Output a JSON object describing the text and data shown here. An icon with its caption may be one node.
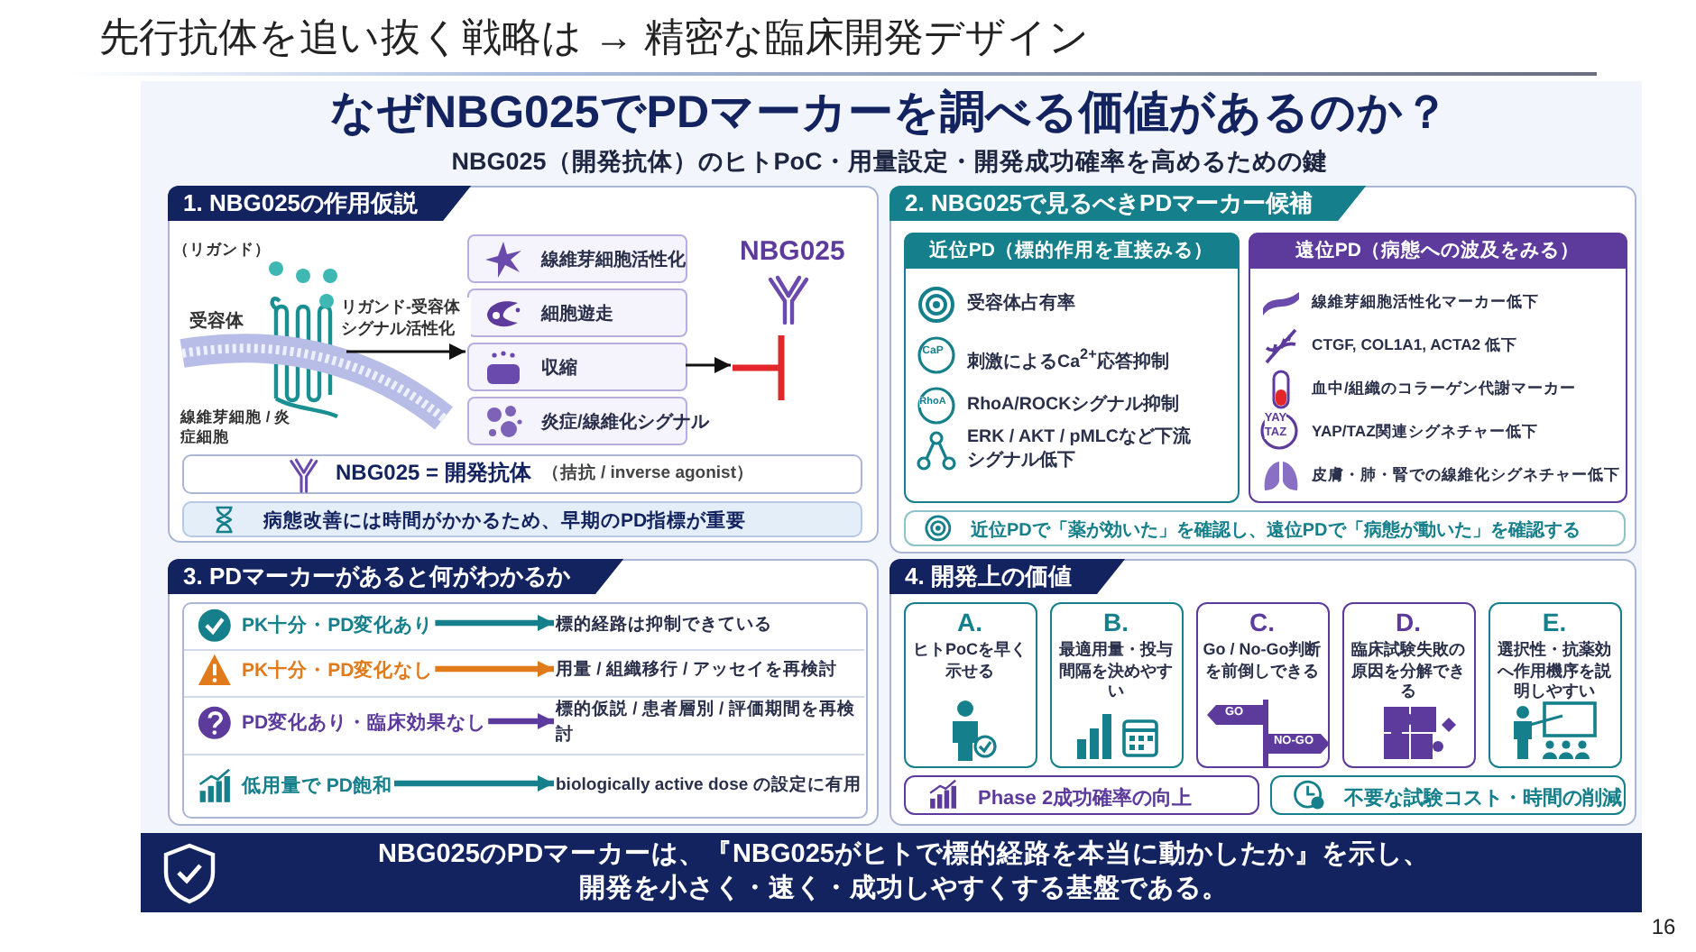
{
  "diagram": {
    "title": "先行抗体を追い抜く戦略は → 精密な臨床開発デザイン",
    "nodes": [
      {
        "text": [
          "1. NBG025の作用仮説"
        ]
      },
      {
        "text": [],
        "shape": "picture",
        "in": 0
      },
      {
        "text": [
          "線維芽細胞活性化"
        ],
        "in": 0
      },
      {
        "text": [
          "細胞遊走"
        ],
        "in": 0
      },
      {
        "text": [
          "収縮"
        ],
        "in": 0
      },
      {
        "text": [
          "炎症/線維化シグナル"
        ],
        "in": 0
      },
      {
        "text": [
          "NBG025"
        ],
        "in": 0
      },
      {
        "text": [
          "NBG025 = 開発抗体",
          "（拮抗 / inverse agonist）"
        ],
        "in": 0
      },
      {
        "text": [
          "病態改善には時間がかかるため、早期のPD指標が重要"
        ],
        "in": 0
      },
      {
        "text": [
          "2. NBG025で見るべきPDマーカー候補"
        ]
      },
      {
        "text": [
          "近位PD（標的作用を直接みる）",
          "受容体占有率",
          "刺激によるCa$^{2+}$応答抑制",
          "RhoA/ROCKシグナル抑制",
          "ERK / AKT / pMLCなど下流シグナル低下"
        ],
        "in": 9
      },
      {
        "text": [
          "遠位PD（病態への波及をみる）",
          "線維芽細胞活性化マーカー低下",
          "CTGF, COL1A1, ACTA2 低下",
          "血中/組織のコラーゲン代謝マーカー",
          "YAP/TAZ関連シグネチャー低下",
          "皮膚・肺・腎での線維化シグネチャー低下"
        ],
        "in": 9
      },
      {
        "text": [
          "近位PDで「薬が効いた」を確認し、遠位PDで「病態が動いた」を確認する"
        ],
        "in": 9
      },
      {
        "text": [
          "3. PDマーカーがあると何がわかるか"
        ]
      },
      {
        "text": [
          "PK十分・PD変化あり"
        ],
        "in": 13
      },
      {
        "text": [
          "標的経路は抑制できている"
        ],
        "in": 13
      },
      {
        "text": [
          "PK十分・PD変化なし"
        ],
        "in": 13
      },
      {
        "text": [
          "用量 / 組織移行 / アッセイを再検討"
        ],
        "in": 13
      },
      {
        "text": [
          "PD変化あり・臨床効果なし"
        ],
        "in": 13
      },
      {
        "text": [
          "標的仮説 / 患者層別 / 評価期間を再検討"
        ],
        "in": 13
      },
      {
        "text": [
          "低用量で PD飽和"
        ],
        "in": 13
      },
      {
        "text": [
          "biologically active dose の設定に有用"
        ],
        "in": 13
      },
      {
        "text": [
          "4. 開発上の価値"
        ]
      },
      {
        "text": [
          "A.",
          "ヒトPoCを早く示せる"
        ],
        "in": 22
      },
      {
        "text": [
          "B.",
          "最適用量・投与間隔を決めやすい"
        ],
        "in": 22
      },
      {
        "text": [
          "C.",
          "Go / No-Go判断を前倒しできる"
        ],
        "in": 22
      },
      {
        "text": [
          "D.",
          "臨床試験失敗の原因を分解できる"
        ],
        "in": 22
      },
      {
        "text": [
          "E.",
          "選択性・抗薬効へ作用機序を説明しやすい"
        ],
        "in": 22
      },
      {
        "text": [
          "Phase 2成功確率の向上"
        ],
        "in": 22
      },
      {
        "text": [
          "不要な試験コスト・時間の削減"
        ],
        "in": 22
      },
      {
        "text": [
          "NBG025のPDマーカーは、『NBG025がヒトで標的経路を本当に動かしたか』を示し、開発を小さく・速く・成功しやすくする基盤である。"
        ]
      }
    ],
    "edges": [
      {
        "from": 1,
        "to": 4,
        "arrow": "to",
        "label": "リガンド-受容体シグナル活性化"
      },
      {
        "from": 4,
        "to": 6,
        "arrow": "to"
      },
      {
        "from": 14,
        "to": 15,
        "arrow": "to",
        "color": "#15808b"
      },
      {
        "from": 16,
        "to": 17,
        "arrow": "to",
        "color": "#e07a1b"
      },
      {
        "from": 18,
        "to": 19,
        "arrow": "to",
        "color": "#5c3b9c"
      },
      {
        "from": 20,
        "to": 21,
        "arrow": "to",
        "color": "#15808b"
      }
    ],
    "labels": [
      "なぜNBG025でPDマーカーを調べる価値があるのか？",
      "NBG025（開発抗体）のヒトPoC・用量設定・開発成功確率を高めるための鍵",
      "（リガンド）",
      "受容体",
      "線維芽細胞 / 炎症細胞",
      "CaP",
      "RhoA",
      "YAY",
      "TAZ",
      "GO",
      "NO-GO",
      "16"
    ]
  }
}
